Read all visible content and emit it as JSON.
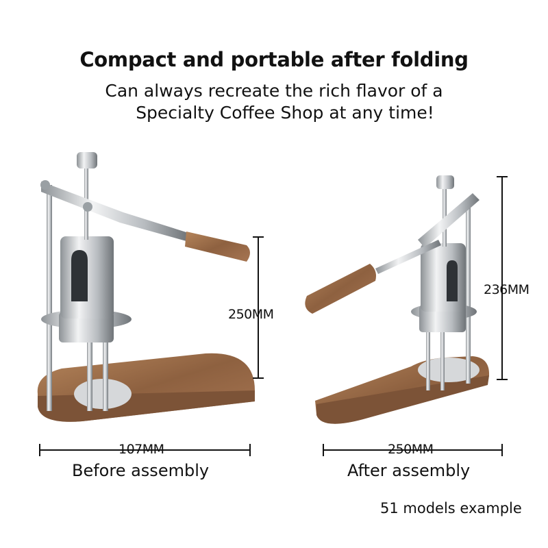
{
  "header": {
    "title": "Compact and portable after folding",
    "subtitle_line1": "Can always recreate the rich flavor of a",
    "subtitle_line2": "Specialty Coffee Shop at any time!"
  },
  "left_product": {
    "height_label": "250MM",
    "width_label": "107MM",
    "caption": "Before assembly"
  },
  "right_product": {
    "height_label": "236MM",
    "width_label": "250MM",
    "caption": "After assembly"
  },
  "footnote": "51 models example",
  "colors": {
    "wood": "#9a6b45",
    "steel": "#c9cccf",
    "text": "#111111"
  }
}
